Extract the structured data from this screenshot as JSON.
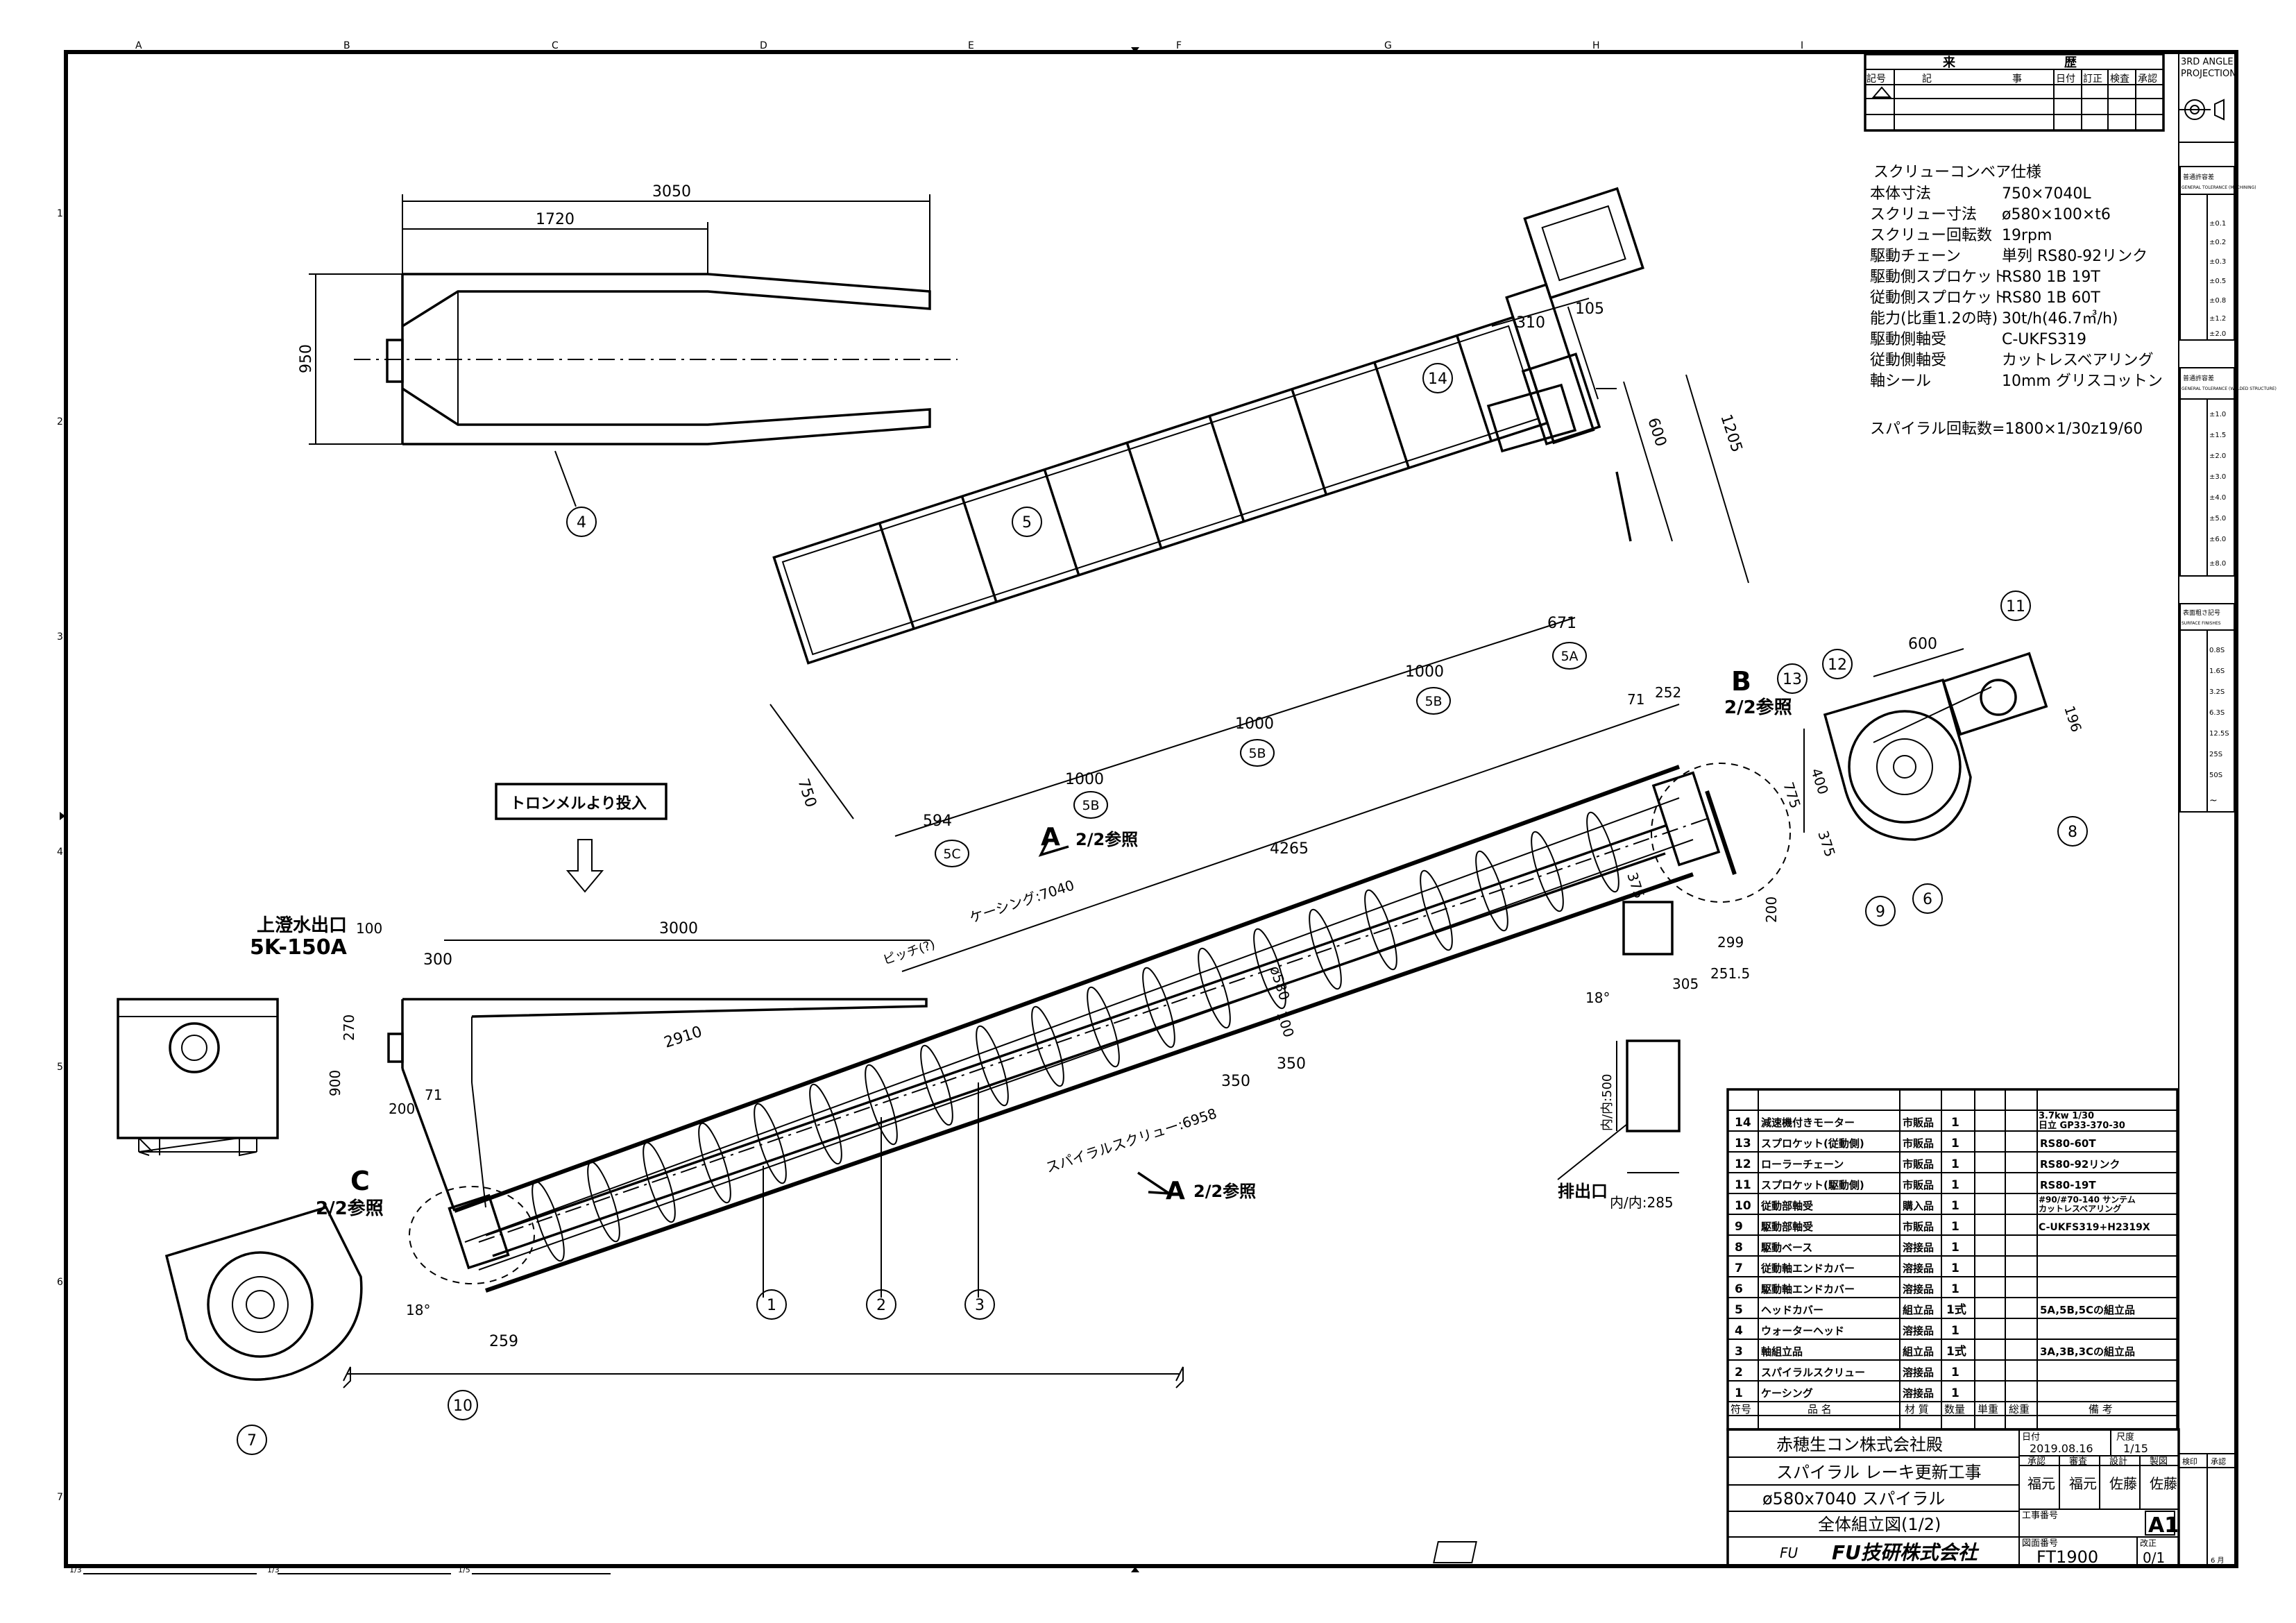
{
  "projection": {
    "line1": "3RD ANGLE",
    "line2": "PROJECTION"
  },
  "grid_letters": [
    "A",
    "B",
    "C",
    "D",
    "E",
    "F",
    "G",
    "H",
    "I"
  ],
  "grid_numbers": [
    "1",
    "2",
    "3",
    "4",
    "5",
    "6",
    "7"
  ],
  "revision_table": {
    "title_left": "来",
    "title_right": "歴",
    "headers": [
      "記号",
      "記",
      "事",
      "日付",
      "訂正",
      "検査",
      "承認"
    ]
  },
  "spec": {
    "title": "スクリューコンベア仕様",
    "rows": [
      {
        "label": "本体寸法",
        "value": "750×7040L"
      },
      {
        "label": "スクリュー寸法",
        "value": "ø580×100×t6"
      },
      {
        "label": "スクリュー回転数",
        "value": "19rpm"
      },
      {
        "label": "駆動チェーン",
        "value": "単列 RS80-92リンク"
      },
      {
        "label": "駆動側スプロケット",
        "value": "RS80 1B 19T"
      },
      {
        "label": "従動側スプロケット",
        "value": "RS80 1B 60T"
      },
      {
        "label": "能力(比重1.2の時)",
        "value": "30t/h(46.7㎥/h)"
      },
      {
        "label": "駆動側軸受",
        "value": "C-UKFS319"
      },
      {
        "label": "従動側軸受",
        "value": "カットレスベアリング"
      },
      {
        "label": "軸シール",
        "value": "10mm グリスコットン"
      }
    ],
    "spiral": "スパイラル回転数=1800×1/30z19/60"
  },
  "dims": {
    "d3050": "3050",
    "d1720": "1720",
    "d950": "950",
    "d310": "310",
    "d105": "105",
    "d600a": "600",
    "d1205": "1205",
    "d750": "750",
    "d594": "594",
    "d1000a": "1000",
    "d1000b": "1000",
    "d1000c": "1000",
    "d671": "671",
    "d71a": "71",
    "d252": "252",
    "d4265": "4265",
    "casing": "ケーシング:7040",
    "d3000": "3000",
    "d100": "100",
    "d300": "300",
    "d270": "270",
    "d900": "900",
    "d200": "200",
    "d71b": "71",
    "d2910": "2910",
    "d580": "ø580",
    "d100b": "100",
    "d350a": "350",
    "d350b": "350",
    "spiral": "スパイラルスクリュー:6958",
    "d259": "259",
    "d18a": "18°",
    "d18b": "18°",
    "d375": "375",
    "d299": "299",
    "d200b": "200",
    "d305": "305",
    "d251": "251.5",
    "pitch": "ピッチ(?)",
    "d600b": "600",
    "d196": "196",
    "d400": "400",
    "d775": "775",
    "d375b": "375",
    "d500": "内/内:500",
    "d285": "内/内:285"
  },
  "labels": {
    "b_ref": "B",
    "b_note": "2/2参照",
    "a_ref": "A",
    "a_note": "2/2参照",
    "a_ref2": "A",
    "a_note2": "2/2参照",
    "c_ref": "C",
    "c_note": "2/2参照",
    "input_note": "トロンメルより投入",
    "overflow1": "上澄水出口",
    "overflow2": "5K-150A",
    "outlet": "排出口"
  },
  "balloons": [
    "1",
    "2",
    "3",
    "4",
    "5",
    "5A",
    "5B",
    "5B",
    "5B",
    "5C",
    "6",
    "7",
    "8",
    "9",
    "10",
    "11",
    "12",
    "13",
    "14"
  ],
  "parts": {
    "rows": [
      {
        "no": "14",
        "name": "減速機付きモーター",
        "mat": "市販品",
        "qty": "1",
        "note": "3.7kw 1/30",
        "note2": "日立 GP33-370-30"
      },
      {
        "no": "13",
        "name": "スプロケット(従動側)",
        "mat": "市販品",
        "qty": "1",
        "note": "RS80-60T",
        "note2": ""
      },
      {
        "no": "12",
        "name": "ローラーチェーン",
        "mat": "市販品",
        "qty": "1",
        "note": "RS80-92リンク",
        "note2": ""
      },
      {
        "no": "11",
        "name": "スプロケット(駆動側)",
        "mat": "市販品",
        "qty": "1",
        "note": "RS80-19T",
        "note2": ""
      },
      {
        "no": "10",
        "name": "従動部軸受",
        "mat": "購入品",
        "qty": "1",
        "note": "#90/#70-140 サンテム",
        "note2": "カットレスベアリング"
      },
      {
        "no": "9",
        "name": "駆動部軸受",
        "mat": "市販品",
        "qty": "1",
        "note": "C-UKFS319+H2319X",
        "note2": ""
      },
      {
        "no": "8",
        "name": "駆動ベース",
        "mat": "溶接品",
        "qty": "1",
        "note": "",
        "note2": ""
      },
      {
        "no": "7",
        "name": "従動軸エンドカバー",
        "mat": "溶接品",
        "qty": "1",
        "note": "",
        "note2": ""
      },
      {
        "no": "6",
        "name": "駆動軸エンドカバー",
        "mat": "溶接品",
        "qty": "1",
        "note": "",
        "note2": ""
      },
      {
        "no": "5",
        "name": "ヘッドカバー",
        "mat": "組立品",
        "qty": "1式",
        "note": "5A,5B,5Cの組立品",
        "note2": ""
      },
      {
        "no": "4",
        "name": "ウォーターヘッド",
        "mat": "溶接品",
        "qty": "1",
        "note": "",
        "note2": ""
      },
      {
        "no": "3",
        "name": "軸組立品",
        "mat": "組立品",
        "qty": "1式",
        "note": "3A,3B,3Cの組立品",
        "note2": ""
      },
      {
        "no": "2",
        "name": "スパイラルスクリュー",
        "mat": "溶接品",
        "qty": "1",
        "note": "",
        "note2": ""
      },
      {
        "no": "1",
        "name": "ケーシング",
        "mat": "溶接品",
        "qty": "1",
        "note": "",
        "note2": ""
      }
    ],
    "header": {
      "no": "符号",
      "name": "品 名",
      "mat": "材 質",
      "qty": "数量",
      "unit": "単重",
      "total": "総重",
      "note": "備 考"
    }
  },
  "title_block": {
    "customer": "赤穂生コン株式会社殿",
    "project": "スパイラル レーキ更新工事",
    "spec": "ø580x7040 スパイラル",
    "drawing": "全体組立図(1/2)",
    "company": "FU技研株式会社",
    "logo": "FU",
    "date_label": "日付",
    "date": "2019.08.16",
    "scale_label": "尺度",
    "scale": "1/15",
    "roles": [
      "承認",
      "審査",
      "設計",
      "製図"
    ],
    "names": [
      "福元",
      "福元",
      "佐藤",
      "佐藤"
    ],
    "job_label": "工事番号",
    "dwg_label": "図面番号",
    "dwg_no": "FT1900",
    "size": "A1",
    "rev_label": "改正",
    "rev": "0/1"
  },
  "side_tables": {
    "tol1_title": "普通許容差",
    "tol1_sub": "GENERAL TOLERANCE (MACHINING)",
    "tol2_title": "普通許容差",
    "tol2_sub": "GENERAL TOLERANCE (WELDED STRUCTURE)",
    "surf_title": "表面粗さ記号",
    "surf_sub": "SURFACE FINISHES",
    "tol1_rows": [
      "±0.1",
      "±0.2",
      "±0.3",
      "±0.5",
      "±0.8",
      "±1.2",
      "±2.0"
    ],
    "tol2_rows": [
      "±1.0",
      "±1.5",
      "±2.0",
      "±3.0",
      "±4.0",
      "±5.0",
      "±6.0",
      "±8.0"
    ],
    "surf_rows": [
      "0.8S",
      "1.6S",
      "3.2S",
      "6.3S",
      "12.5S",
      "25S",
      "50S",
      "~"
    ]
  },
  "scale_bars": {
    "s1": "1/3",
    "s2": "1/3",
    "s3": "1/5"
  },
  "footer": {
    "cell1": "検印",
    "cell2": "承認",
    "page": "6 月"
  }
}
